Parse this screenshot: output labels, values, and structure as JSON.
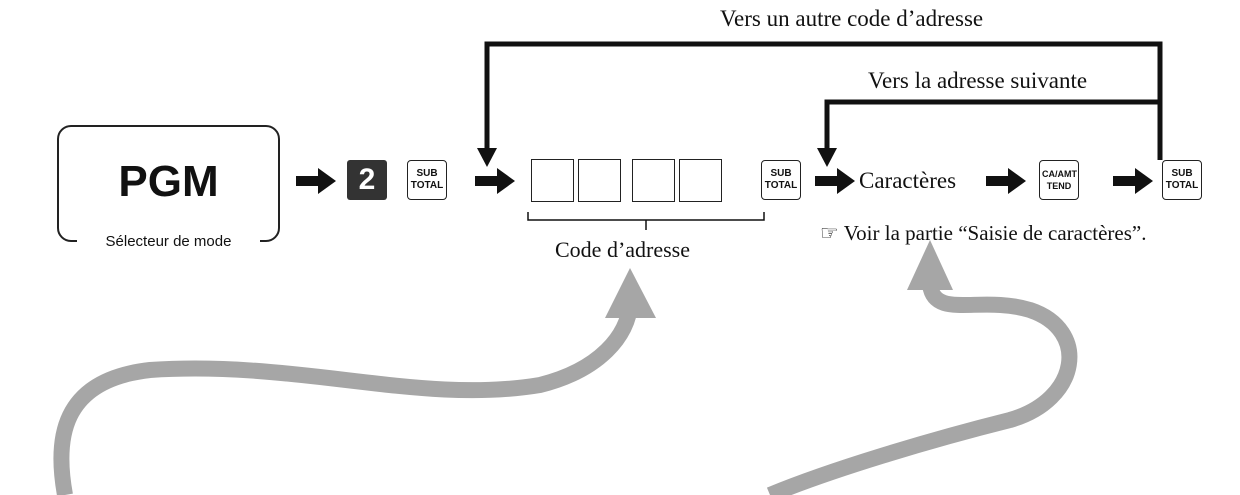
{
  "mode_switch": {
    "label": "PGM",
    "caption": "Sélecteur de mode"
  },
  "keys": {
    "number": "2",
    "subtotal": [
      "SUB",
      "TOTAL"
    ],
    "ca_amt_tend": "CA/AMT TEND"
  },
  "address_code": {
    "label": "Code d’adresse",
    "digit_box_count": 4
  },
  "characters": {
    "label": "Caractères",
    "note": "☞ Voir la partie “Saisie de caractères”."
  },
  "loops": {
    "to_other_address_code": "Vers un autre code d’adresse",
    "to_next_address": "Vers la adresse suivante"
  },
  "colors": {
    "line": "#111111",
    "curved_arrows": "#a6a6a6",
    "number_key": "#333333"
  }
}
